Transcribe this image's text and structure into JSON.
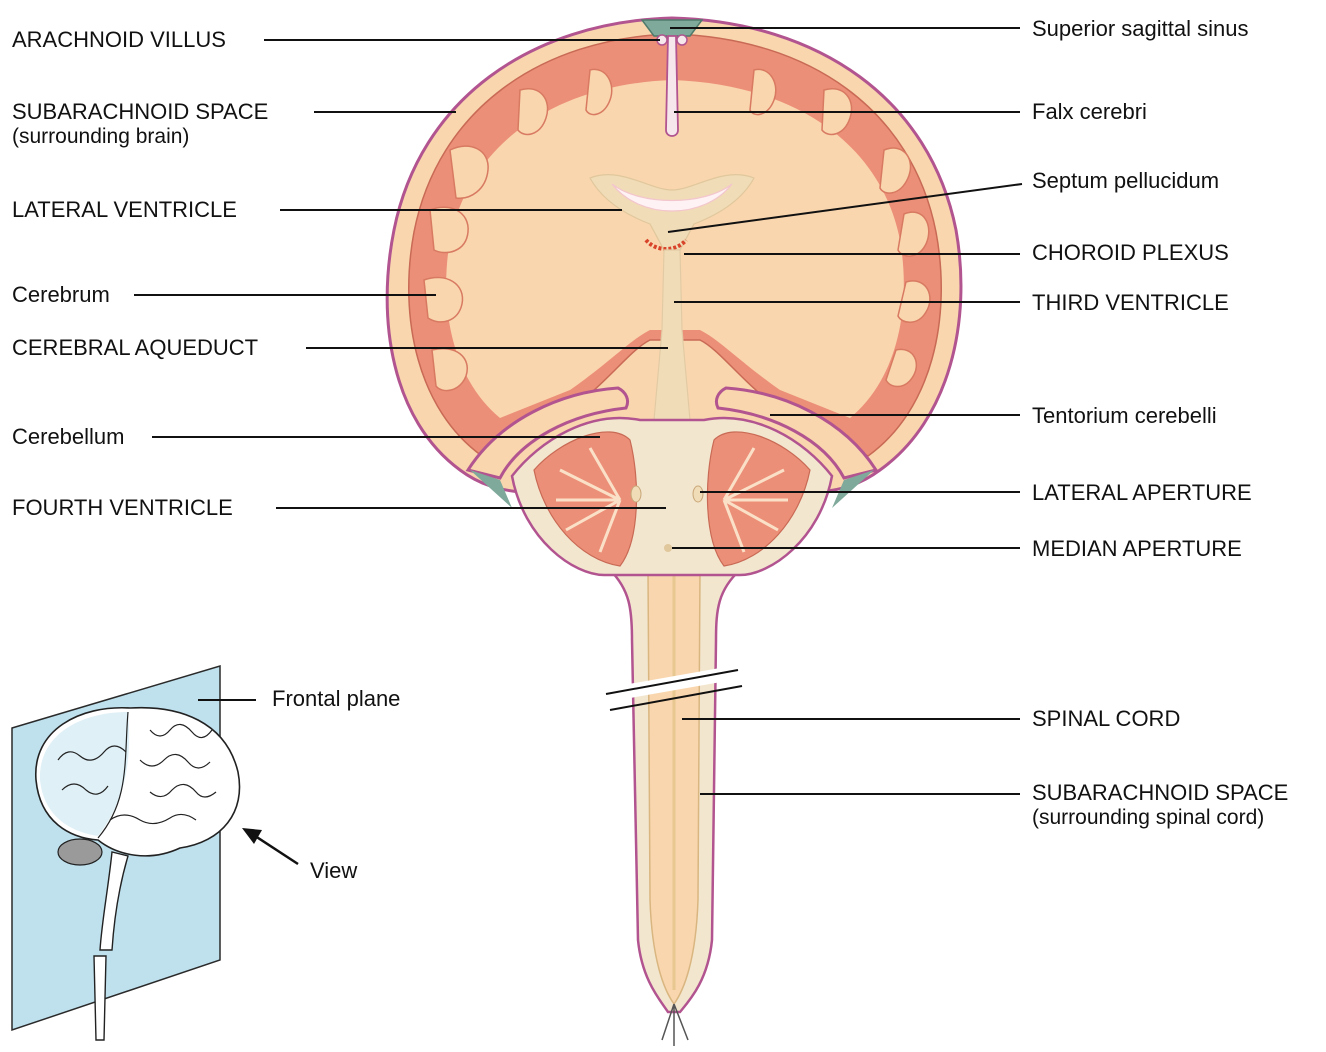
{
  "labels_left": {
    "arachnoid_villus": "ARACHNOID VILLUS",
    "subarachnoid_space_brain": "SUBARACHNOID SPACE",
    "subarachnoid_space_brain_note": "(surrounding brain)",
    "lateral_ventricle": "LATERAL VENTRICLE",
    "cerebrum": "Cerebrum",
    "cerebral_aqueduct": "CEREBRAL AQUEDUCT",
    "cerebellum": "Cerebellum",
    "fourth_ventricle": "FOURTH VENTRICLE"
  },
  "labels_right": {
    "superior_sagittal_sinus": "Superior sagittal sinus",
    "falx_cerebri": "Falx cerebri",
    "septum_pellucidum": "Septum pellucidum",
    "choroid_plexus": "CHOROID PLEXUS",
    "third_ventricle": "THIRD VENTRICLE",
    "tentorium_cerebelli": "Tentorium cerebelli",
    "lateral_aperture": "LATERAL APERTURE",
    "median_aperture": "MEDIAN APERTURE",
    "spinal_cord": "SPINAL CORD",
    "subarachnoid_space_cord": "SUBARACHNOID SPACE",
    "subarachnoid_space_cord_note": "(surrounding spinal cord)"
  },
  "inset": {
    "frontal_plane": "Frontal plane",
    "view": "View"
  },
  "colors": {
    "white_matter": "#f9d6ae",
    "gray_matter": "#ec8f78",
    "meninges": "#b2548f",
    "csf": "#f1dcb8",
    "plane": "#bfe1ee",
    "sinus": "#7fa99a"
  }
}
